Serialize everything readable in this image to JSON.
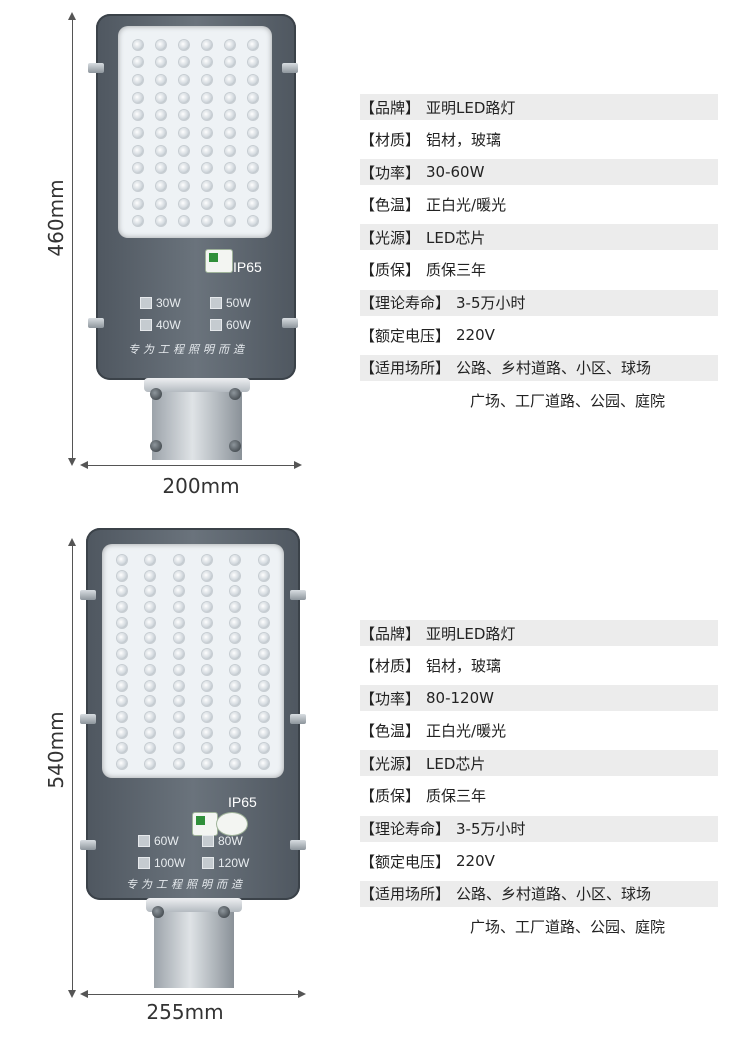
{
  "products": [
    {
      "height_label": "460mm",
      "width_label": "200mm",
      "ip_rating": "IP65",
      "wattage_options": [
        "30W",
        "50W",
        "40W",
        "60W"
      ],
      "slogan": "专为工程照明而造",
      "specs": [
        {
          "key": "【品牌】",
          "value": "亚明LED路灯"
        },
        {
          "key": "【材质】",
          "value": "铝材，玻璃"
        },
        {
          "key": "【功率】",
          "value": "30-60W"
        },
        {
          "key": "【色温】",
          "value": "正白光/暖光"
        },
        {
          "key": "【光源】",
          "value": "LED芯片"
        },
        {
          "key": "【质保】",
          "value": "质保三年"
        },
        {
          "key": "【理论寿命】",
          "value": "3-5万小时"
        },
        {
          "key": "【额定电压】",
          "value": "220V"
        },
        {
          "key": "【适用场所】",
          "value": "公路、乡村道路、小区、球场"
        }
      ],
      "specs_continuation": "广场、工厂道路、公园、庭院"
    },
    {
      "height_label": "540mm",
      "width_label": "255mm",
      "ip_rating": "IP65",
      "wattage_options": [
        "60W",
        "80W",
        "100W",
        "120W"
      ],
      "slogan": "专为工程照明而造",
      "specs": [
        {
          "key": "【品牌】",
          "value": "亚明LED路灯"
        },
        {
          "key": "【材质】",
          "value": "铝材，玻璃"
        },
        {
          "key": "【功率】",
          "value": "80-120W"
        },
        {
          "key": "【色温】",
          "value": "正白光/暖光"
        },
        {
          "key": "【光源】",
          "value": "LED芯片"
        },
        {
          "key": "【质保】",
          "value": "质保三年"
        },
        {
          "key": "【理论寿命】",
          "value": "3-5万小时"
        },
        {
          "key": "【额定电压】",
          "value": "220V"
        },
        {
          "key": "【适用场所】",
          "value": "公路、乡村道路、小区、球场"
        }
      ],
      "specs_continuation": "广场、工厂道路、公园、庭院"
    }
  ],
  "colors": {
    "row_shade": "#ececec",
    "lamp_body": "#5c646c",
    "led_panel": "#eef2f5"
  }
}
